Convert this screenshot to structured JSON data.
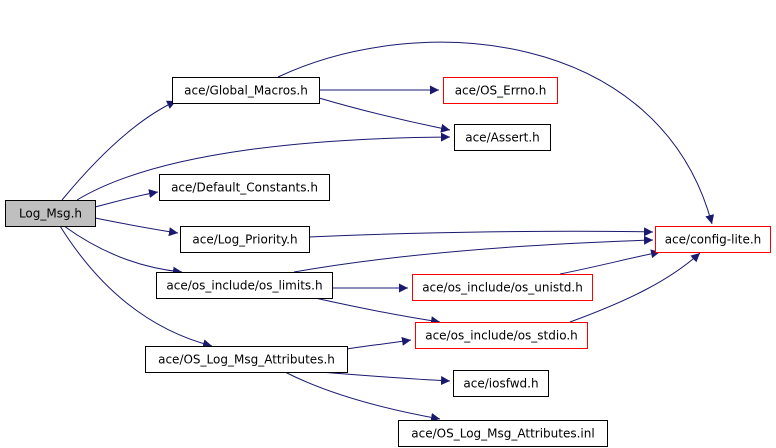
{
  "colors": {
    "edge": "#191970",
    "node_border_default": "#000000",
    "node_border_external": "#ff0000",
    "root_fill": "#bfbfbf",
    "node_fill": "#ffffff"
  },
  "nodes": [
    {
      "id": "log_msg",
      "label": "Log_Msg.h",
      "kind": "root"
    },
    {
      "id": "global_macros",
      "label": "ace/Global_Macros.h",
      "kind": "default"
    },
    {
      "id": "os_errno",
      "label": "ace/OS_Errno.h",
      "kind": "external"
    },
    {
      "id": "assert",
      "label": "ace/Assert.h",
      "kind": "default"
    },
    {
      "id": "default_constants",
      "label": "ace/Default_Constants.h",
      "kind": "default"
    },
    {
      "id": "log_priority",
      "label": "ace/Log_Priority.h",
      "kind": "default"
    },
    {
      "id": "config_lite",
      "label": "ace/config-lite.h",
      "kind": "external"
    },
    {
      "id": "os_limits",
      "label": "ace/os_include/os_limits.h",
      "kind": "default"
    },
    {
      "id": "os_unistd",
      "label": "ace/os_include/os_unistd.h",
      "kind": "external"
    },
    {
      "id": "os_stdio",
      "label": "ace/os_include/os_stdio.h",
      "kind": "external"
    },
    {
      "id": "os_log_msg_attributes",
      "label": "ace/OS_Log_Msg_Attributes.h",
      "kind": "default"
    },
    {
      "id": "iosfwd",
      "label": "ace/iosfwd.h",
      "kind": "default"
    },
    {
      "id": "os_log_msg_attributes_inl",
      "label": "ace/OS_Log_Msg_Attributes.inl",
      "kind": "default"
    }
  ],
  "edges": [
    {
      "from": "log_msg",
      "to": "global_macros"
    },
    {
      "from": "log_msg",
      "to": "assert"
    },
    {
      "from": "log_msg",
      "to": "default_constants"
    },
    {
      "from": "log_msg",
      "to": "log_priority"
    },
    {
      "from": "log_msg",
      "to": "os_limits"
    },
    {
      "from": "log_msg",
      "to": "os_log_msg_attributes"
    },
    {
      "from": "global_macros",
      "to": "os_errno"
    },
    {
      "from": "global_macros",
      "to": "assert"
    },
    {
      "from": "global_macros",
      "to": "config_lite"
    },
    {
      "from": "log_priority",
      "to": "config_lite"
    },
    {
      "from": "os_limits",
      "to": "config_lite"
    },
    {
      "from": "os_limits",
      "to": "os_unistd"
    },
    {
      "from": "os_limits",
      "to": "os_stdio"
    },
    {
      "from": "os_unistd",
      "to": "config_lite"
    },
    {
      "from": "os_stdio",
      "to": "config_lite"
    },
    {
      "from": "os_log_msg_attributes",
      "to": "os_stdio"
    },
    {
      "from": "os_log_msg_attributes",
      "to": "iosfwd"
    },
    {
      "from": "os_log_msg_attributes",
      "to": "os_log_msg_attributes_inl"
    }
  ]
}
